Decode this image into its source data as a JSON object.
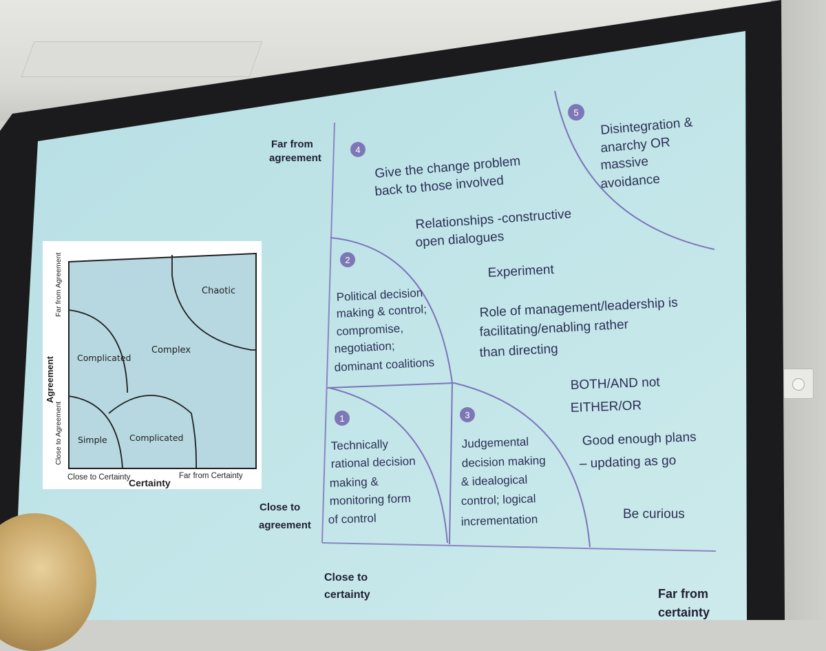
{
  "small_diagram": {
    "y_title": "Agreement",
    "y_far": "Far from Agreement",
    "y_close": "Close to Agreement",
    "x_title": "Certainty",
    "x_close": "Close to Certainty",
    "x_far": "Far from Certainty",
    "zone_chaotic": "Chaotic",
    "zone_complex": "Complex",
    "zone_complicated_left": "Complicated",
    "zone_complicated_bottom": "Complicated",
    "zone_simple": "Simple"
  },
  "large_diagram": {
    "y_far_line1": "Far from",
    "y_far_line2": "agreement",
    "y_close_line1": "Close to",
    "y_close_line2": "agreement",
    "x_close_line1": "Close to",
    "x_close_line2": "certainty",
    "x_far_line1": "Far from",
    "x_far_line2": "certainty",
    "zone1": {
      "number": "1",
      "lines": [
        "Technically",
        "rational decision",
        "making &",
        "monitoring form",
        "of control"
      ]
    },
    "zone2": {
      "number": "2",
      "lines": [
        "Political decision",
        "making & control;",
        "compromise,",
        "negotiation;",
        "dominant coalitions"
      ]
    },
    "zone3": {
      "number": "3",
      "lines": [
        "Judgemental",
        "decision making",
        "& idealogical",
        "control; logical",
        "incrementation"
      ]
    },
    "zone4": {
      "number": "4",
      "lines": [
        "Give the change problem",
        "back to those involved"
      ]
    },
    "zone5": {
      "number": "5",
      "lines": [
        "Disintegration &",
        "anarchy OR",
        "massive",
        "avoidance"
      ]
    },
    "notes": {
      "relationships": [
        "Relationships -constructive",
        "open dialogues"
      ],
      "experiment": "Experiment",
      "role": [
        "Role of management/leadership is",
        "facilitating/enabling rather",
        "than directing"
      ],
      "both": [
        "BOTH/AND not",
        "EITHER/OR"
      ],
      "plans": [
        "Good enough plans",
        "– updating as go"
      ],
      "curious": "Be curious"
    }
  },
  "colors": {
    "slide_bg": "#bfe3e6",
    "accent_purple": "#7b74b8",
    "text_dark": "#2b2f55",
    "frame": "#1b1b1d"
  }
}
